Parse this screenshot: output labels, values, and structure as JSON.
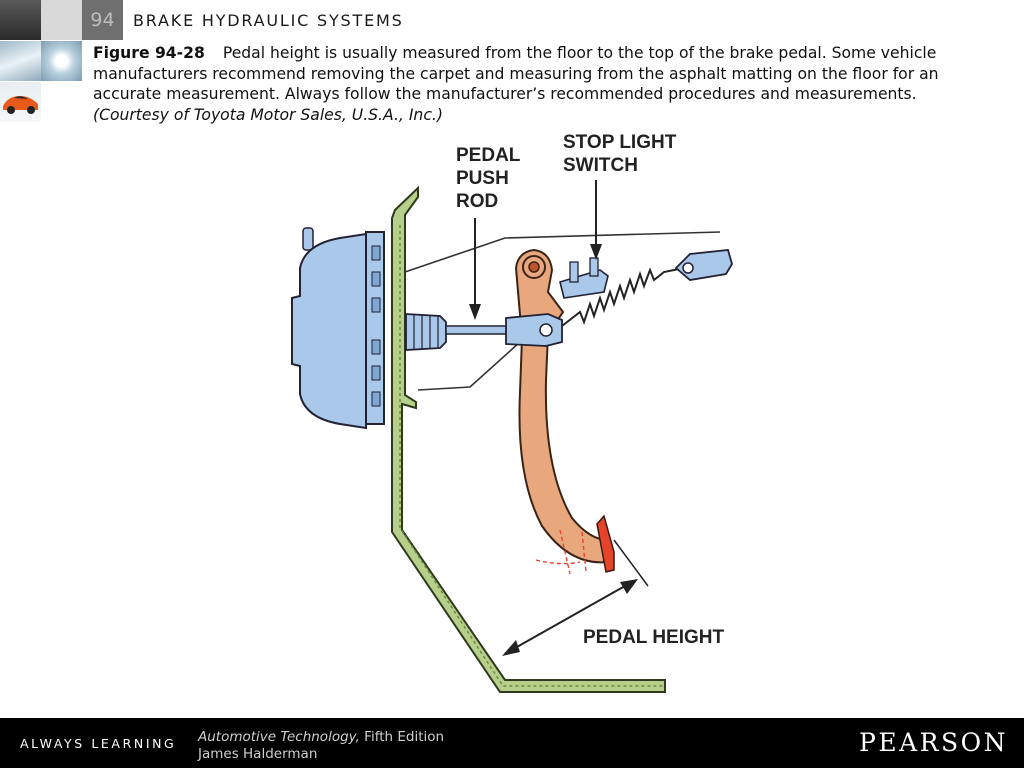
{
  "header": {
    "chapter_number": "94",
    "title": "BRAKE HYDRAULIC SYSTEMS"
  },
  "caption": {
    "figure_label": "Figure 94-28",
    "text": "Pedal height is usually measured from the floor to the top of the brake pedal. Some vehicle manufacturers recommend removing the carpet and measuring from the asphalt matting on the floor for an accurate measurement. Always follow the manufacturer’s recommended procedures and measurements.",
    "courtesy": "(Courtesy of Toyota Motor Sales, U.S.A., Inc.)"
  },
  "diagram": {
    "labels": {
      "pedal_push_rod": [
        "PEDAL",
        "PUSH",
        "ROD"
      ],
      "stop_light_switch": [
        "STOP LIGHT",
        "SWITCH"
      ],
      "pedal_height": "PEDAL HEIGHT"
    },
    "colors": {
      "booster": "#a9c8ea",
      "pedal": "#e8a77d",
      "firewall": "#b6cf8b",
      "pedal_pad": "#e6442a"
    }
  },
  "footer": {
    "slogan": "ALWAYS LEARNING",
    "book_title": "Automotive Technology,",
    "edition": " Fifth Edition",
    "author": "James Halderman",
    "publisher": "PEARSON"
  }
}
